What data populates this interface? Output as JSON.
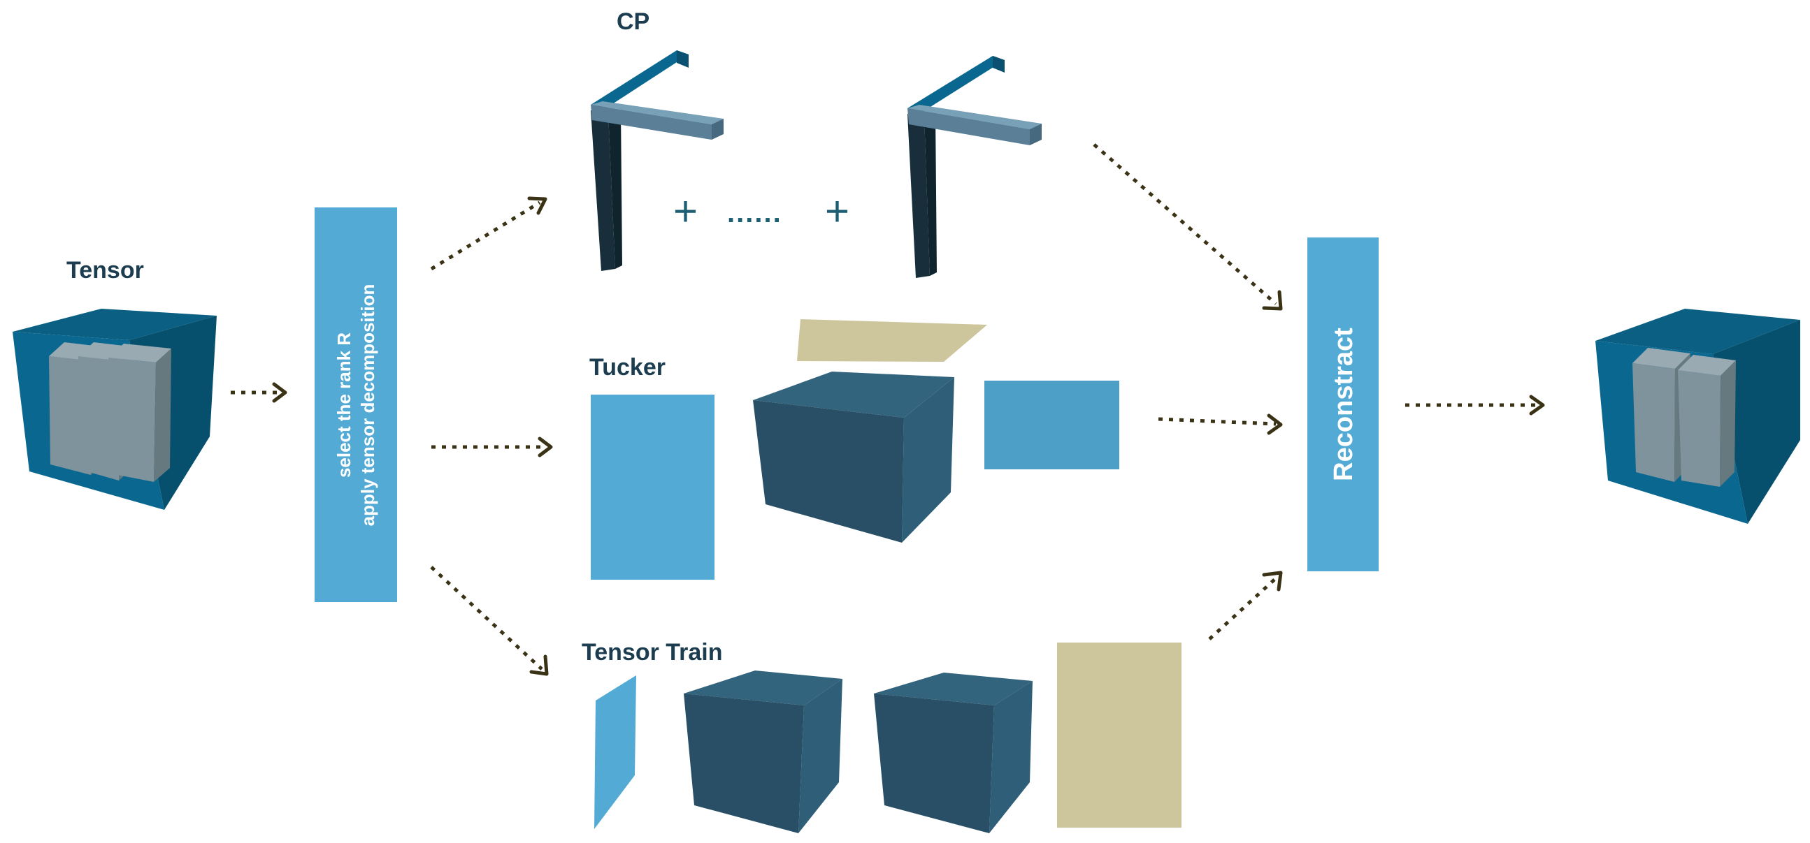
{
  "labels": {
    "tensor": "Tensor",
    "cp": "CP",
    "tucker": "Tucker",
    "tensor_train": "Tensor Train"
  },
  "step_box": {
    "line1": "select the rank R",
    "line2": "apply tensor decomposition"
  },
  "reconstruct": "Reconstract",
  "cp_terms": {
    "plus1": "+",
    "dots": "......",
    "plus2": "+"
  },
  "colors": {
    "light_blue": "#52aad5",
    "teal_blue": "#0a6890",
    "dark_navy": "#1a3340",
    "slate": "#5a7f96",
    "core_dark": "#284f66",
    "core_side": "#33647d",
    "tan": "#cdc59c",
    "gray_slice": "#7f939d",
    "arrow": "#3a3215"
  }
}
